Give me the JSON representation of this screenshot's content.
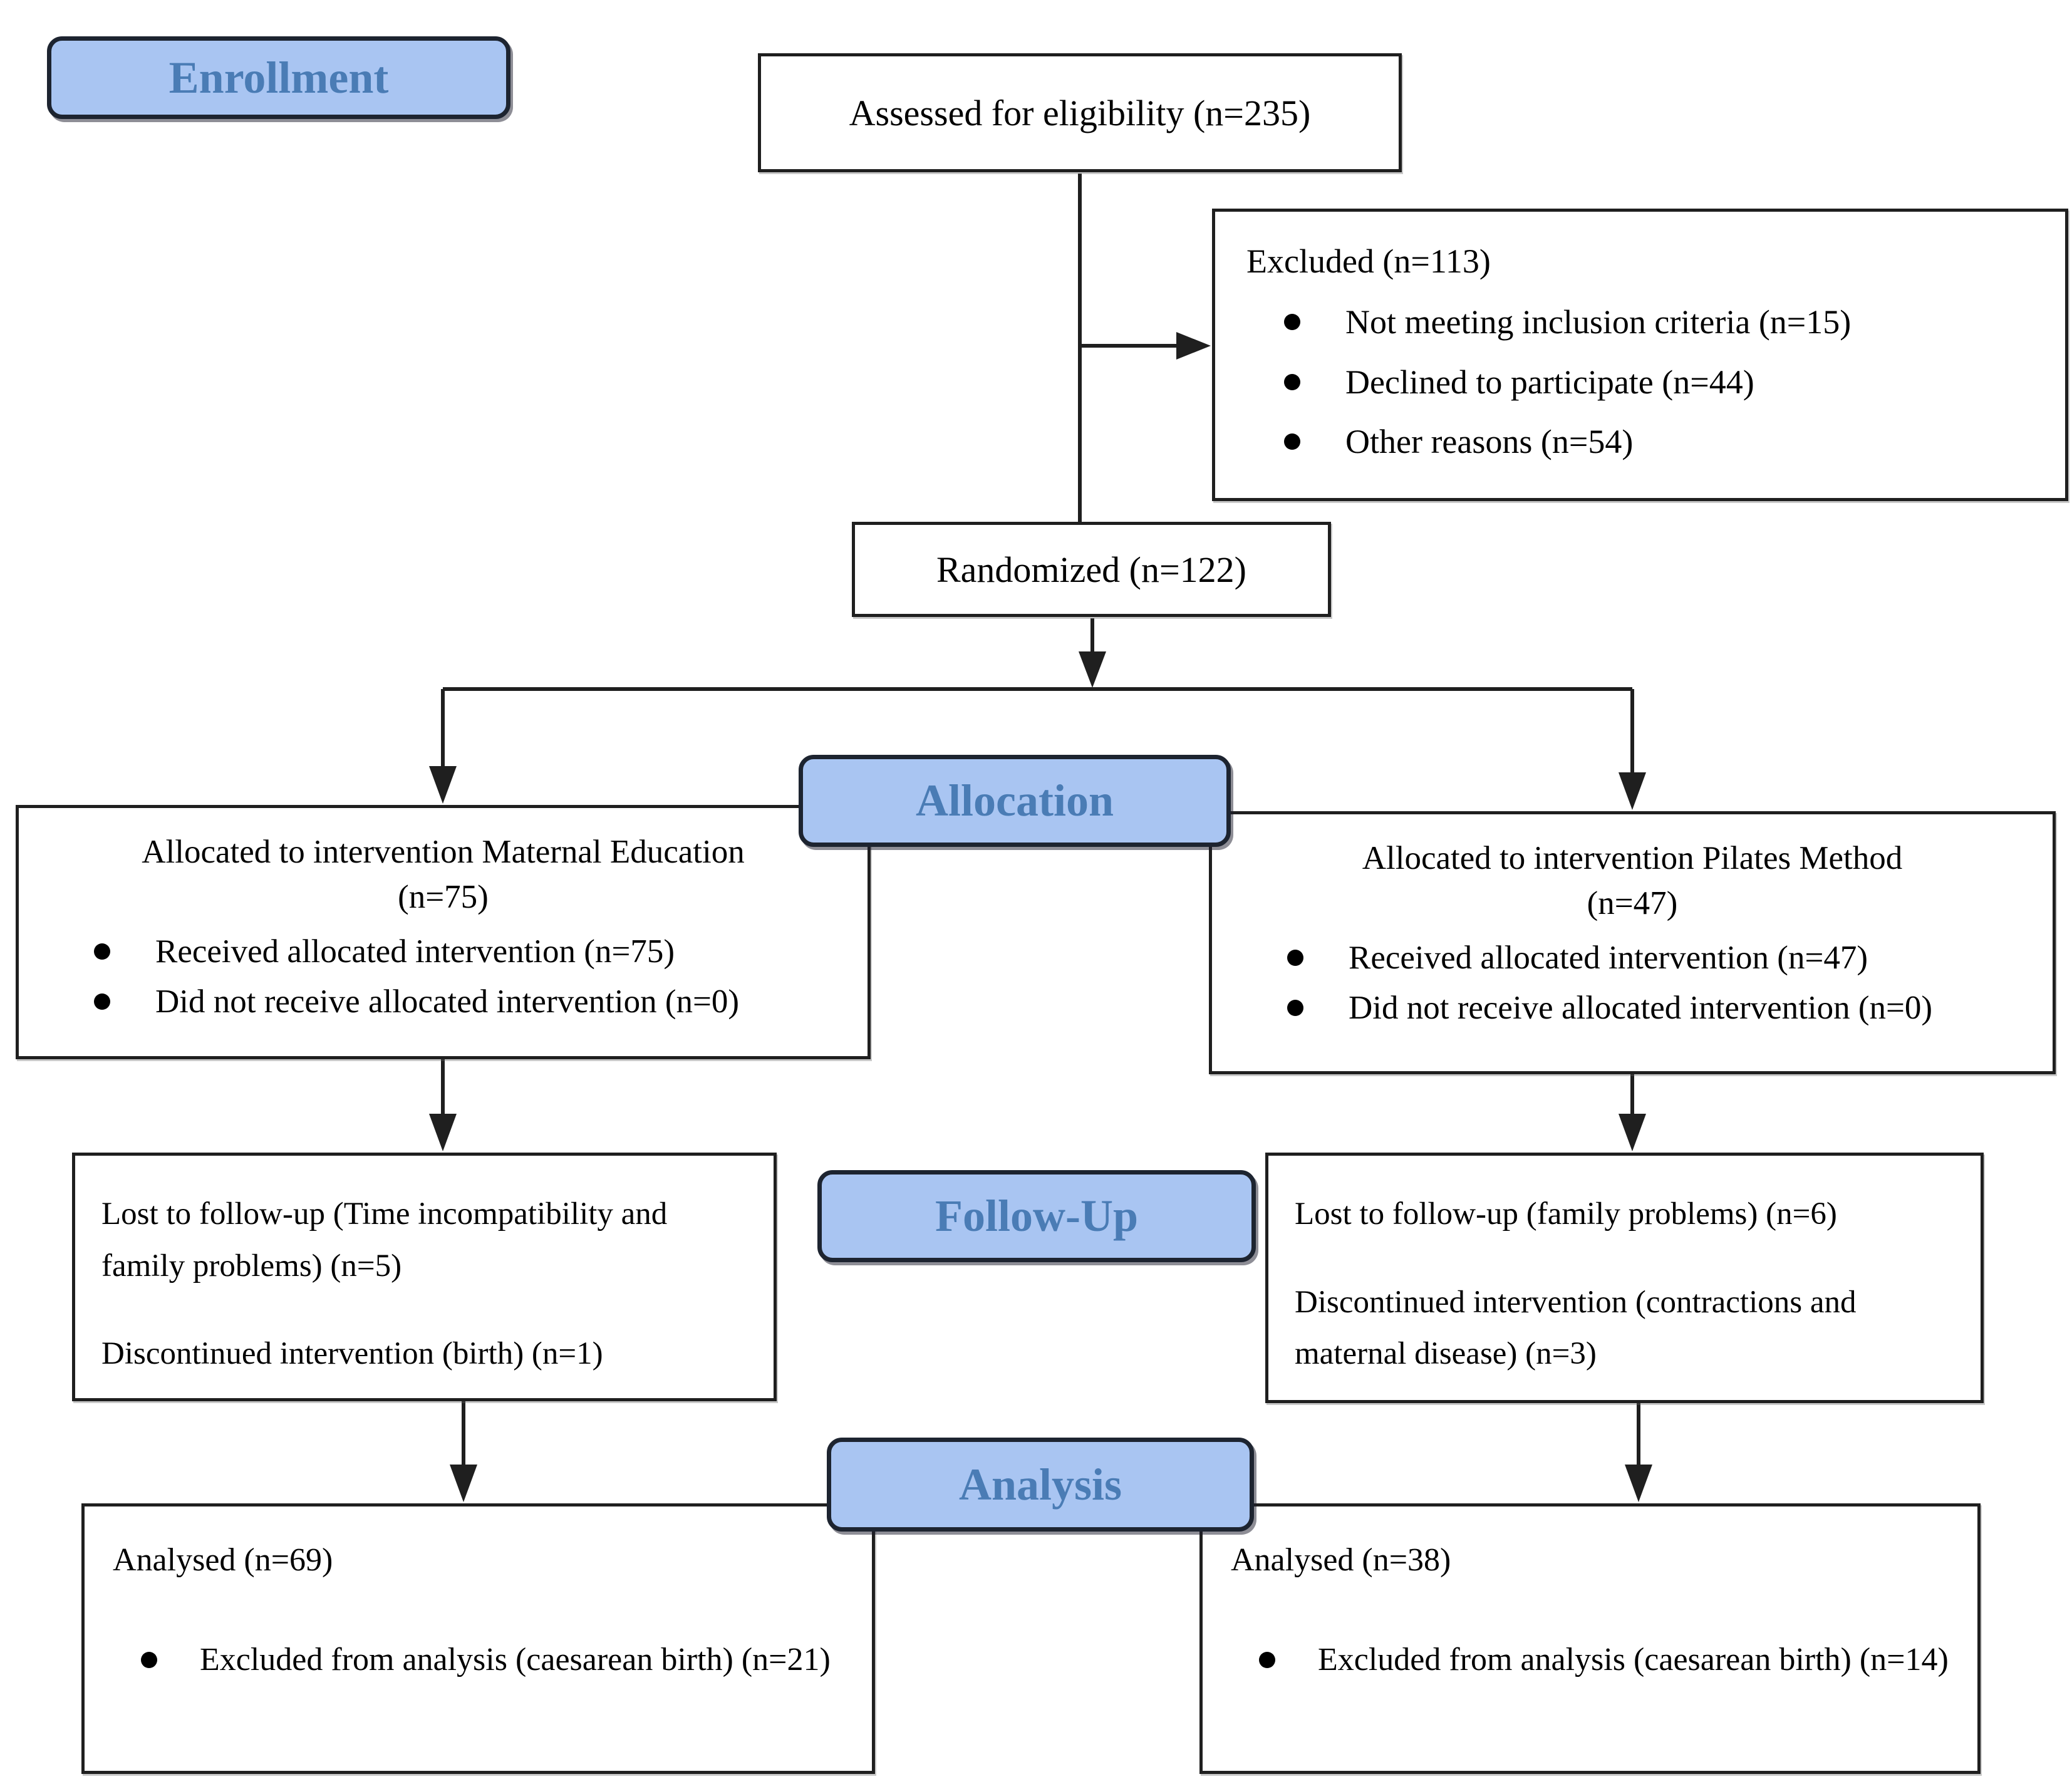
{
  "diagram": {
    "stage_labels": {
      "enrollment": "Enrollment",
      "allocation": "Allocation",
      "followup": "Follow-Up",
      "analysis": "Analysis"
    },
    "boxes": {
      "assessed": {
        "text": "Assessed for eligibility (n=235)"
      },
      "excluded": {
        "title": "Excluded (n=113)",
        "bullets": [
          "Not meeting inclusion criteria (n=15)",
          "Declined to participate (n=44)",
          "Other reasons (n=54)"
        ]
      },
      "randomized": {
        "text": "Randomized (n=122)"
      },
      "alloc_left": {
        "title_line1": "Allocated to intervention Maternal Education",
        "title_line2": "(n=75)",
        "bullets": [
          "Received allocated intervention (n=75)",
          "Did not receive allocated intervention (n=0)"
        ]
      },
      "alloc_right": {
        "title_line1": "Allocated to intervention Pilates Method",
        "title_line2": "(n=47)",
        "bullets": [
          "Received allocated intervention (n=47)",
          "Did not receive allocated intervention (n=0)"
        ]
      },
      "followup_left": {
        "para1": "Lost to follow-up (Time incompatibility and family problems) (n=5)",
        "para2": "Discontinued intervention (birth) (n=1)"
      },
      "followup_right": {
        "para1": "Lost to follow-up (family problems) (n=6)",
        "para2": "Discontinued intervention (contractions and maternal disease) (n=3)"
      },
      "analysis_left": {
        "title": "Analysed (n=69)",
        "bullets": [
          "Excluded from analysis (caesarean birth) (n=21)"
        ]
      },
      "analysis_right": {
        "title": "Analysed (n=38)",
        "bullets": [
          "Excluded from analysis (caesarean birth) (n=14)"
        ]
      }
    },
    "colors": {
      "label_fill": "#a9c5f2",
      "label_border": "#1d2430",
      "label_text": "#4a7cb5",
      "box_border": "#1f1f1f",
      "line": "#1f1f1f"
    }
  }
}
